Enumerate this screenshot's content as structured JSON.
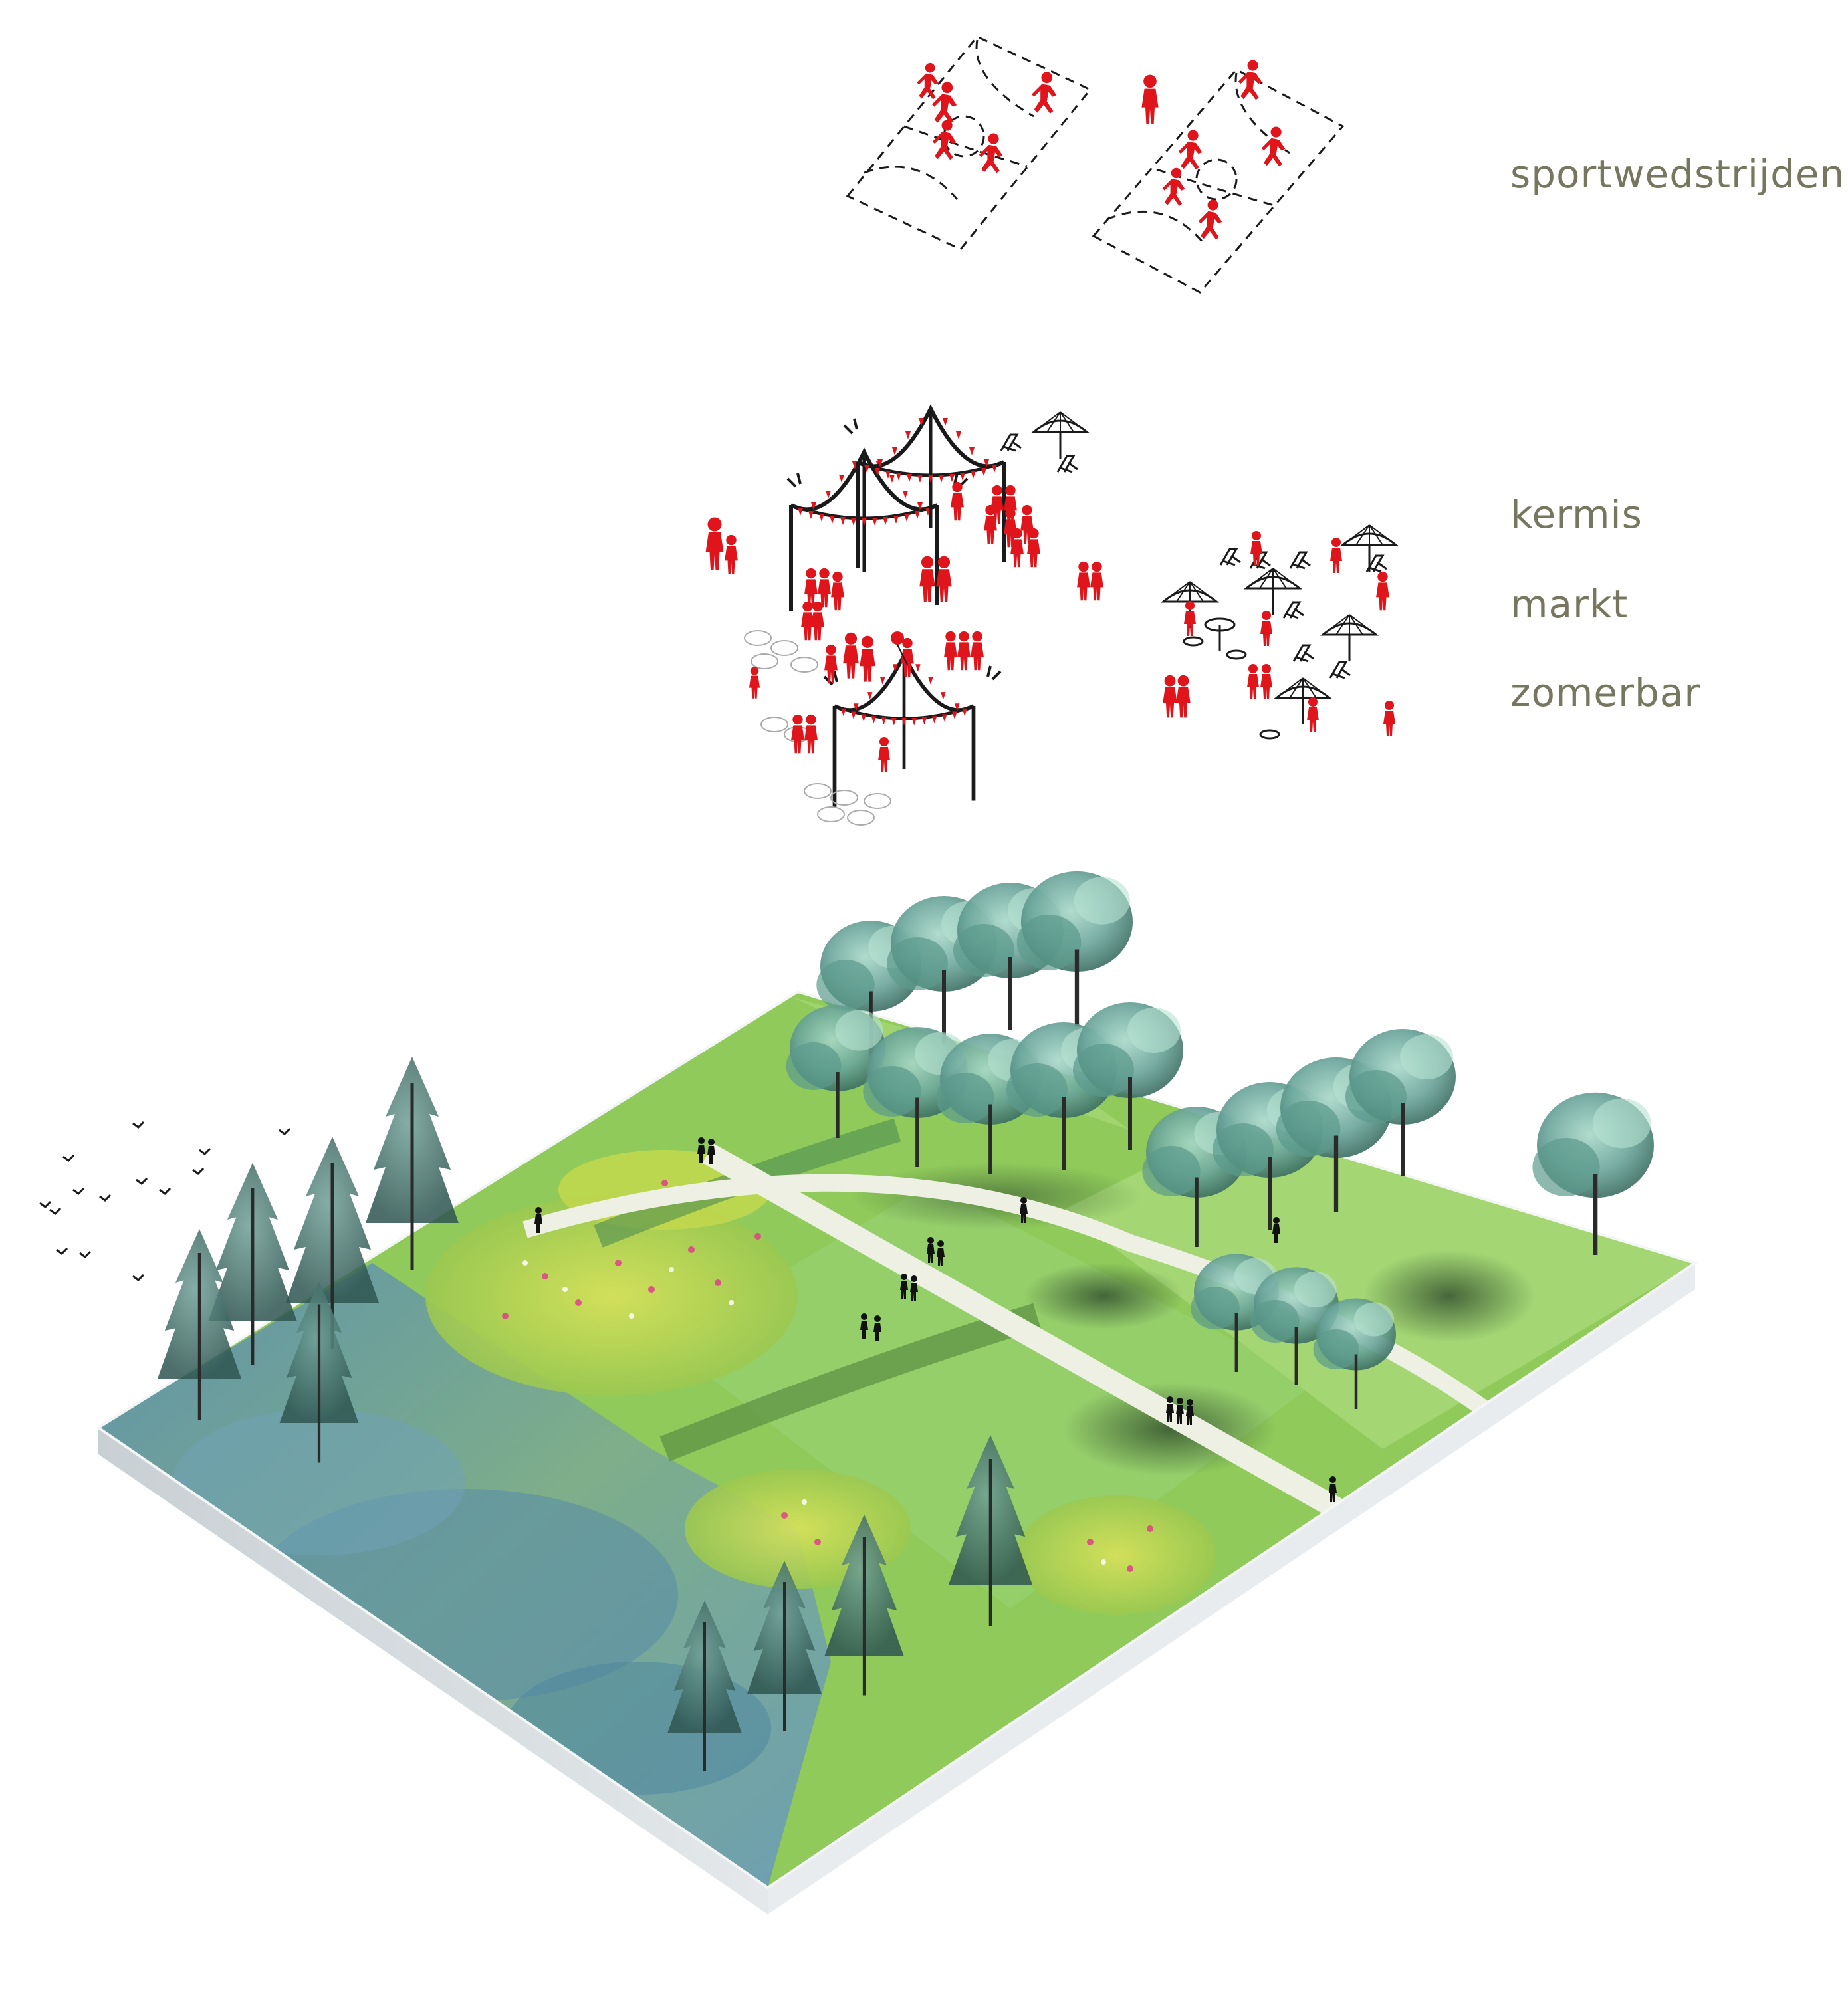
{
  "labels": {
    "sportwedstrijden": "sportwedstrijden",
    "kermis": "kermis",
    "markt": "markt",
    "zomerbar": "zomerbar"
  },
  "colors": {
    "label_text": "#77775f",
    "people_red": "#e0141b",
    "line_dark": "#1a1a1a",
    "slab_side": "#d9dde0",
    "slab_top_edge": "#f2f4f5",
    "grass_light": "#9bd36a",
    "grass_mid": "#7cc152",
    "meadow_yellow": "#c8d94a",
    "flower_pink": "#e0408a",
    "wetland_blue": "#6b9bb0",
    "tree_teal": "#6aa59a",
    "tree_dark": "#3d6f63",
    "path": "#eef0e4"
  },
  "icons": {
    "sports": "sports-field-icon",
    "fair": "fair-tent-icon",
    "terrace": "parasol-terrace-icon",
    "birds": "bird-flock-icon"
  }
}
